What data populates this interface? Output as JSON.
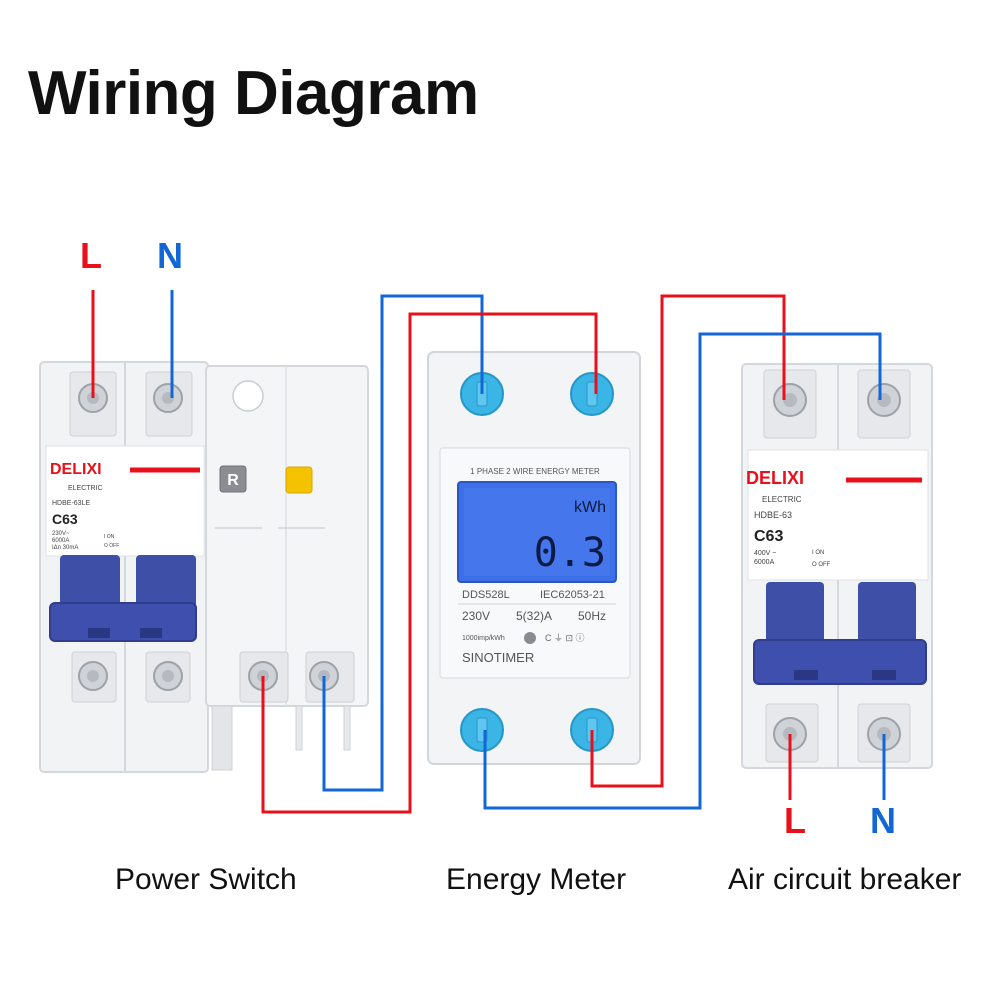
{
  "title": "Wiring Diagram",
  "colors": {
    "live": "#e8111b",
    "neutral": "#1366d6",
    "handle": "#3e4fa8",
    "lcd": "#3c6fe8"
  },
  "power_switch": {
    "caption": "Power Switch",
    "brand": "DELIXI",
    "sub": "ELECTRIC",
    "model": "HDBE-63LE",
    "rating": "C63",
    "spec1": "230V~",
    "spec2": "6000A",
    "spec3": "IΔn 30mA",
    "on": "I ON",
    "off": "O OFF",
    "reset": "R",
    "inputs": {
      "live": "L",
      "neutral": "N"
    }
  },
  "energy_meter": {
    "caption": "Energy Meter",
    "header": "1 PHASE 2 WIRE ENERGY METER",
    "unit": "kWh",
    "reading": "0.3",
    "model": "DDS528L",
    "standard": "IEC62053-21",
    "voltage": "230V",
    "current": "5(32)A",
    "frequency": "50Hz",
    "impulse": "1000imp/kWh",
    "brand": "SINOTIMER"
  },
  "air_breaker": {
    "caption": "Air circuit breaker",
    "brand": "DELIXI",
    "sub": "ELECTRIC",
    "model": "HDBE-63",
    "rating": "C63",
    "spec1": "400V ~",
    "spec2": "6000A",
    "on": "I ON",
    "off": "O OFF",
    "outputs": {
      "live": "L",
      "neutral": "N"
    }
  }
}
